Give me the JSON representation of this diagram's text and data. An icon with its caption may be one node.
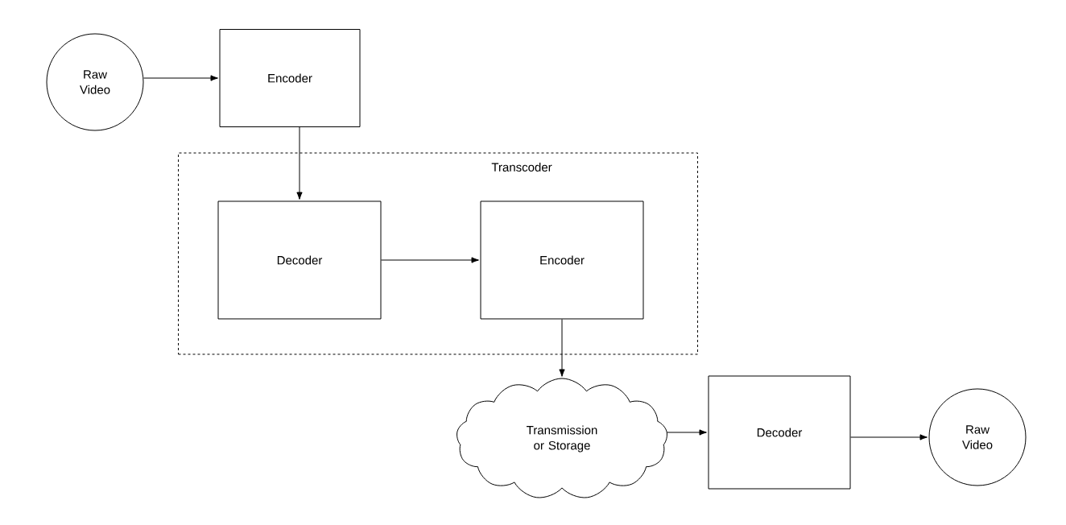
{
  "diagram": {
    "nodes": [
      {
        "text": [
          "Raw Video"
        ]
      },
      {
        "text": [
          "Encoder"
        ]
      },
      {
        "text": [
          "Transcoder"
        ]
      },
      {
        "text": [
          "Decoder"
        ],
        "in": 2
      },
      {
        "text": [
          "Encoder"
        ],
        "in": 2
      },
      {
        "text": [
          "Transmission or Storage"
        ]
      },
      {
        "text": [
          "Decoder"
        ]
      },
      {
        "text": [
          "Raw Video"
        ]
      }
    ],
    "edges": [
      {
        "from": 0,
        "to": 1,
        "arrow": "to"
      },
      {
        "from": 1,
        "to": 3,
        "arrow": "to"
      },
      {
        "from": 3,
        "to": 4,
        "arrow": "to"
      },
      {
        "from": 4,
        "to": 5,
        "arrow": "to"
      },
      {
        "from": 5,
        "to": 6,
        "arrow": "to"
      },
      {
        "from": 6,
        "to": 7,
        "arrow": "to"
      }
    ]
  }
}
